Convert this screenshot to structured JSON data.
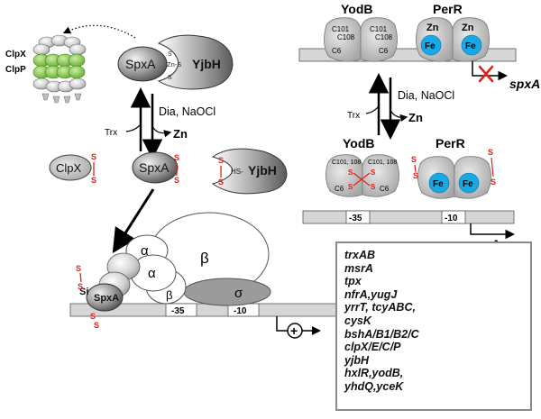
{
  "labels": {
    "clpx": "ClpX",
    "clpp": "ClpP",
    "spxa": "SpxA",
    "yjbh": "YjbH",
    "zn_s": "Zn-S",
    "hs": "HS-",
    "dia_naocl": "Dia, NaOCl",
    "trx": "Trx",
    "zn": "Zn",
    "s": "S",
    "yodb": "YodB",
    "perr": "PerR",
    "c101": "C101",
    "c108": "C108",
    "c6": "C6",
    "c101_108": "C101, 108",
    "fe": "Fe",
    "minus35": "-35",
    "minus10": "-10",
    "spxa_gene": "spxA",
    "alpha": "α",
    "beta": "β",
    "sigma": "σ",
    "plus": "+",
    "si": "Si"
  },
  "genes": [
    "trxAB",
    "msrA",
    "tpx",
    "nfrA,yugJ",
    "yrrT, tcyABC,",
    "cysK",
    "bshA/B1/B2/C",
    "clpX/E/C/P",
    "yjbH",
    "hxlR,yodB,",
    "yhdQ,yceK"
  ],
  "colors": {
    "disulfide": "#e0201c",
    "clpp_green": "#8fd24a",
    "fe_blue": "#17a9e6",
    "promoter_grey": "#d6d6d6"
  }
}
